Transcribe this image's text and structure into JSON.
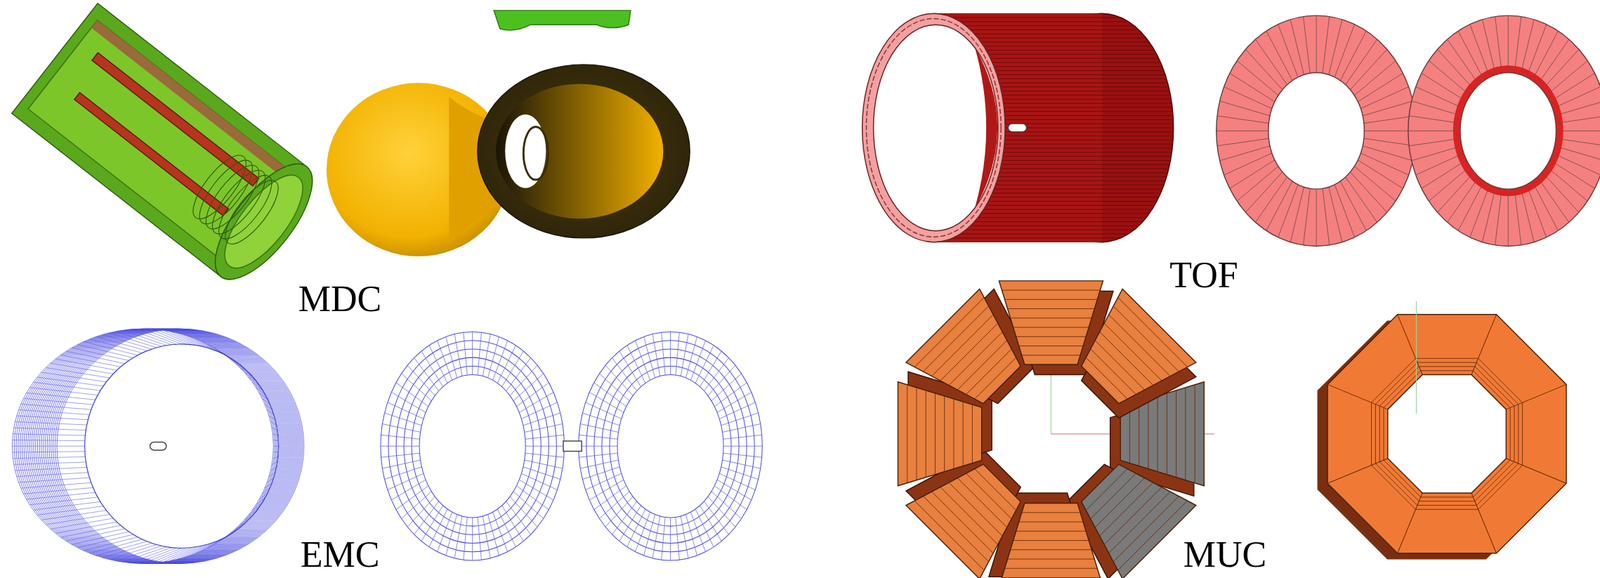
{
  "diagram": {
    "labels": [
      "MDC",
      "TOF",
      "EMC",
      "MUC"
    ]
  }
}
